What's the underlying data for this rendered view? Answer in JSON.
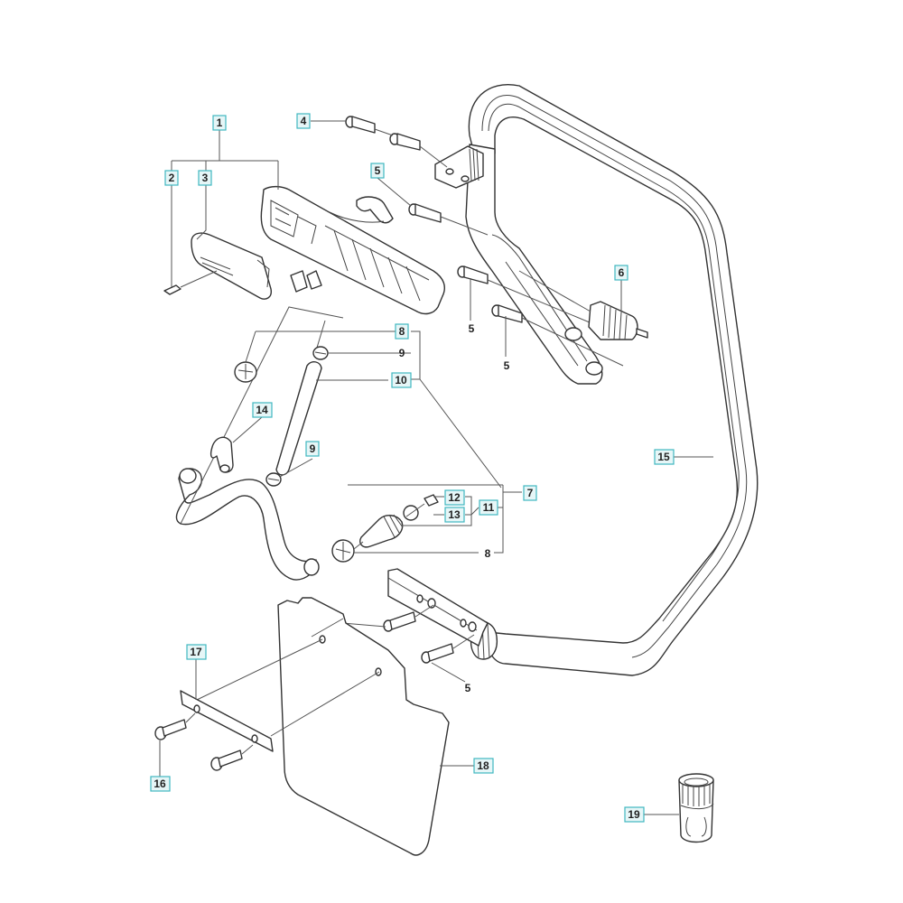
{
  "diagram": {
    "type": "exploded-parts-diagram",
    "callouts": [
      {
        "id": "c1",
        "number": "1",
        "boxed": true,
        "part": "guard-assembly"
      },
      {
        "id": "c2",
        "number": "2",
        "boxed": true,
        "part": "guard-screw"
      },
      {
        "id": "c3",
        "number": "3",
        "boxed": true,
        "part": "guard-cover"
      },
      {
        "id": "c4",
        "number": "4",
        "boxed": true,
        "part": "bracket-screws"
      },
      {
        "id": "c5a",
        "number": "5",
        "boxed": true,
        "part": "handle-screw-upper"
      },
      {
        "id": "c5b",
        "number": "5",
        "boxed": false,
        "part": "handle-screw-middle"
      },
      {
        "id": "c5c",
        "number": "5",
        "boxed": false,
        "part": "handle-screw-lower"
      },
      {
        "id": "c5d",
        "number": "5",
        "boxed": false,
        "part": "bracket-screw-bottom"
      },
      {
        "id": "c6",
        "number": "6",
        "boxed": true,
        "part": "vibration-damper-spring"
      },
      {
        "id": "c7",
        "number": "7",
        "boxed": true,
        "part": "water-kit"
      },
      {
        "id": "c8a",
        "number": "8",
        "boxed": true,
        "part": "hose-clamp-upper"
      },
      {
        "id": "c8b",
        "number": "8",
        "boxed": false,
        "part": "hose-clamp-lower"
      },
      {
        "id": "c9a",
        "number": "9",
        "boxed": false,
        "part": "small-clamp-upper"
      },
      {
        "id": "c9b",
        "number": "9",
        "boxed": true,
        "part": "small-clamp-lower"
      },
      {
        "id": "c10",
        "number": "10",
        "boxed": true,
        "part": "small-hose"
      },
      {
        "id": "c11",
        "number": "11",
        "boxed": true,
        "part": "water-valve"
      },
      {
        "id": "c12",
        "number": "12",
        "boxed": true,
        "part": "valve-screw"
      },
      {
        "id": "c13",
        "number": "13",
        "boxed": true,
        "part": "o-ring"
      },
      {
        "id": "c14",
        "number": "14",
        "boxed": true,
        "part": "hose-holder"
      },
      {
        "id": "c15",
        "number": "15",
        "boxed": true,
        "part": "front-handle"
      },
      {
        "id": "c16",
        "number": "16",
        "boxed": true,
        "part": "mudflap-screw"
      },
      {
        "id": "c17",
        "number": "17",
        "boxed": true,
        "part": "mudflap-plate"
      },
      {
        "id": "c18",
        "number": "18",
        "boxed": true,
        "part": "mudflap"
      },
      {
        "id": "c19",
        "number": "19",
        "boxed": true,
        "part": "hose-coupling"
      }
    ],
    "colors": {
      "label_border": "#3fb7c0",
      "label_fill": "#e6f6f7",
      "line_art": "#333333",
      "background": "#ffffff"
    }
  }
}
